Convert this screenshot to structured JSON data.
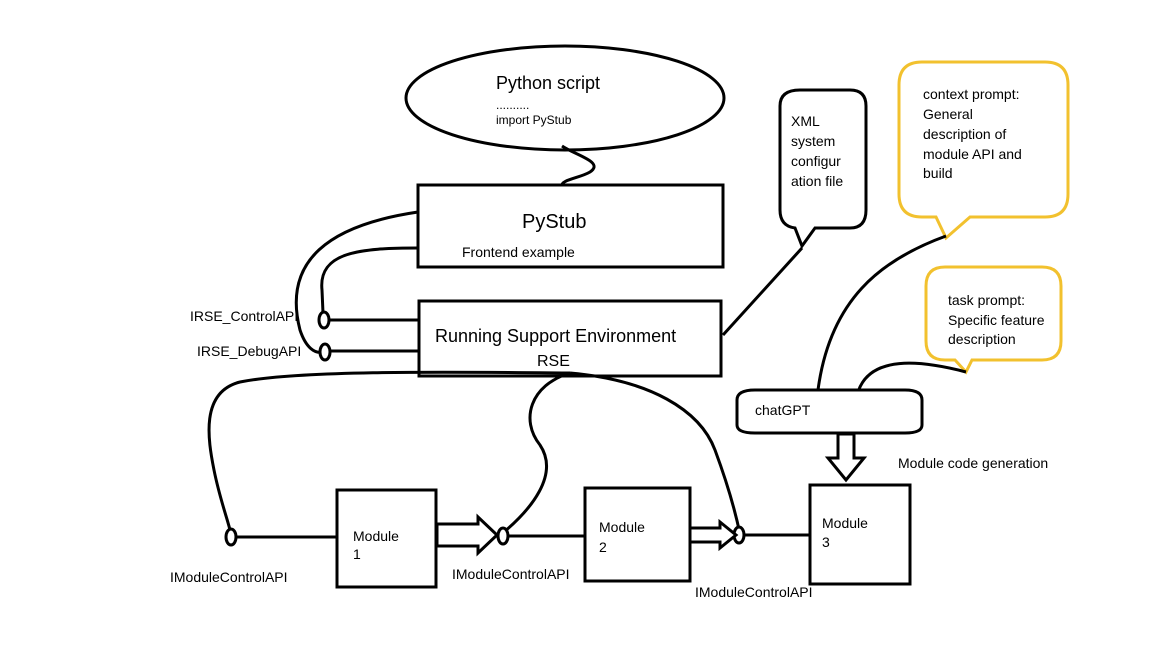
{
  "colors": {
    "ink": "#000000",
    "prompt_border": "#f2c12e",
    "background": "#ffffff"
  },
  "python_script": {
    "title": "Python script",
    "dots": "..........",
    "code": "import PyStub"
  },
  "pystub": {
    "title": "PyStub",
    "subtitle": "Frontend example"
  },
  "rse": {
    "title": "Running Support Environment",
    "abbr": "RSE"
  },
  "xml_bubble": {
    "lines": [
      "XML",
      "system",
      "configur",
      "ation file"
    ]
  },
  "context_prompt": {
    "lines": [
      "context prompt:",
      "General",
      "description of",
      "module API and",
      "build"
    ]
  },
  "task_prompt": {
    "lines": [
      "task prompt:",
      "Specific feature",
      "description"
    ]
  },
  "chatgpt": {
    "label": "chatGPT"
  },
  "code_gen_label": "Module code generation",
  "interfaces": {
    "control_api": "IRSE_ControlAPI",
    "debug_api": "IRSE_DebugAPI",
    "module_api": "IModuleControlAPI"
  },
  "modules": [
    {
      "line1": "Module",
      "line2": "1"
    },
    {
      "line1": "Module",
      "line2": "2"
    },
    {
      "line1": "Module",
      "line2": "3"
    }
  ]
}
